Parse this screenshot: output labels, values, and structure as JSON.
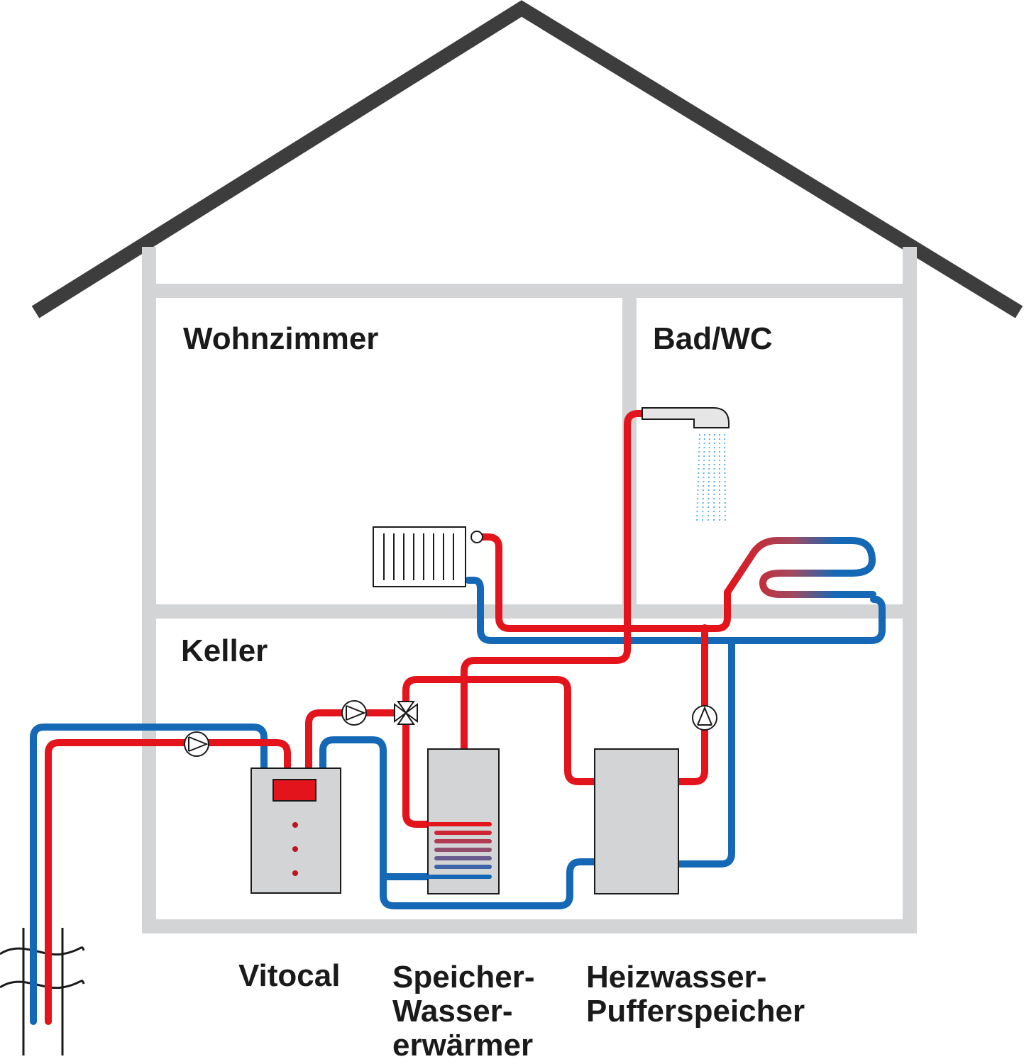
{
  "rooms": {
    "living_room": "Wohnzimmer",
    "bathroom": "Bad/WC",
    "basement": "Keller"
  },
  "devices": {
    "heat_pump": "Vitocal",
    "dhw_cylinder": [
      "Speicher-",
      "Wasser-",
      "erwärmer"
    ],
    "buffer_tank": [
      "Heizwasser-",
      "Pufferspeicher"
    ]
  },
  "colors": {
    "supply_hot": "#e3141b",
    "return_cold": "#1468b6",
    "wall": "#d3d4d6",
    "roof": "#3d3d3d",
    "appliance": "#d3d4d6"
  }
}
